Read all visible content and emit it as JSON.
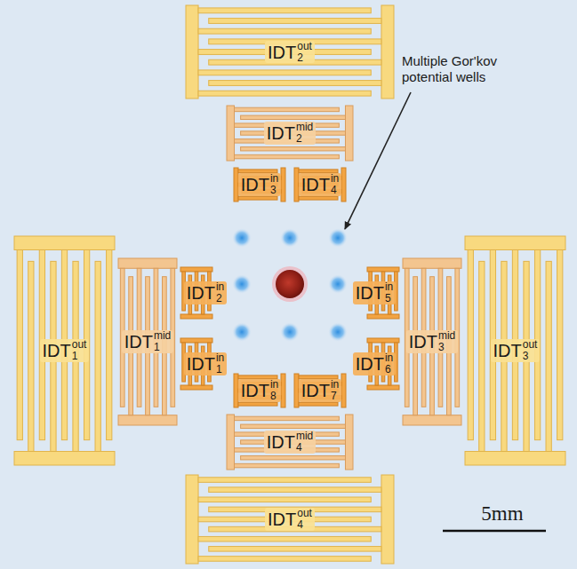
{
  "diagram": {
    "nodes": [
      {
        "text": [
          "IDT",
          "out",
          "2"
        ]
      },
      {
        "text": [
          "IDT",
          "mid",
          "2"
        ]
      },
      {
        "text": [
          "IDT",
          "in",
          "3"
        ]
      },
      {
        "text": [
          "IDT",
          "in",
          "4"
        ]
      },
      {
        "text": [
          "IDT",
          "out",
          "1"
        ]
      },
      {
        "text": [
          "IDT",
          "mid",
          "1"
        ]
      },
      {
        "text": [
          "IDT",
          "in",
          "2"
        ]
      },
      {
        "text": [
          "IDT",
          "in",
          "5"
        ]
      },
      {
        "text": [
          "IDT",
          "mid",
          "3"
        ]
      },
      {
        "text": [
          "IDT",
          "out",
          "3"
        ]
      },
      {
        "text": [
          "IDT",
          "in",
          "1"
        ]
      },
      {
        "text": [
          "IDT",
          "in",
          "6"
        ]
      },
      {
        "text": [
          "IDT",
          "in",
          "8"
        ]
      },
      {
        "text": [
          "IDT",
          "in",
          "7"
        ]
      },
      {
        "text": [
          "IDT",
          "mid",
          "4"
        ]
      },
      {
        "text": [
          "IDT",
          "out",
          "4"
        ]
      }
    ],
    "labels": [
      "Multiple Gor'kov potential wells",
      "5mm"
    ]
  }
}
